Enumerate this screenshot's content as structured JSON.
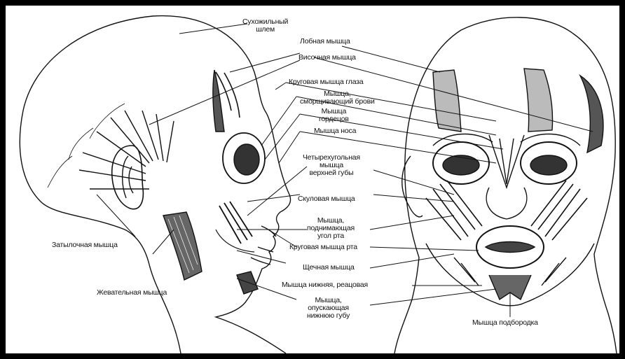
{
  "labels": {
    "galea": "Сухожильный\nшлем",
    "frontalis": "Лобная мышца",
    "temporalis": "Височная мышца",
    "orbicularis_oculi": "Круговая мышца глаза",
    "corrugator": "Мышца,\nсморщивающий брови",
    "procerus": "Мышца\nгордецов",
    "nasalis": "Мышца носа",
    "quadratus_labii": "Четырехугольная\nмышца\nверхней губы",
    "zygomaticus": "Скуловая мышца",
    "levator_anguli": "Мышца,\nподнимающая\nугол рта",
    "orbicularis_oris": "Круговая мышца рта",
    "buccinator": "Щечная мышца",
    "risorius": "Мышца нижняя, реацовая",
    "depressor_labii": "Мышца,\nопускающая\nнижнюю губу",
    "mentalis": "Мышца подбородка",
    "occipitalis": "Затылочная мышца",
    "masseter": "Жевательная мышца"
  }
}
